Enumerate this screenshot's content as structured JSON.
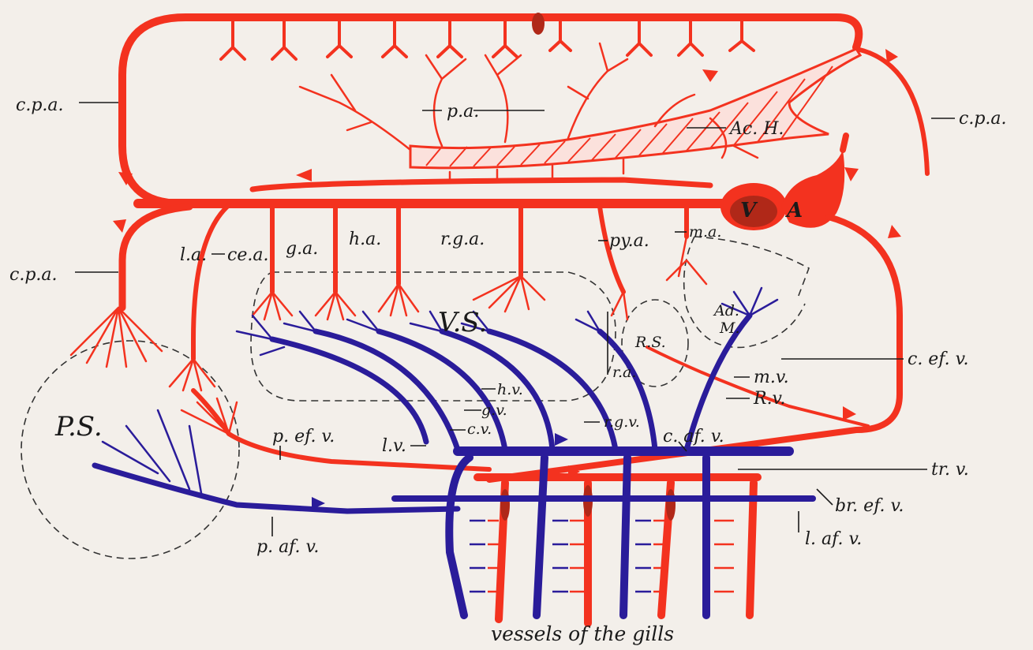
{
  "labels": {
    "cpa_top_left": "c.p.a.",
    "cpa_top_right": "c.p.a.",
    "cpa_left_lower": "c.p.a.",
    "pa": "p.a.",
    "ach": "Ac. H.",
    "heart_v": "V",
    "heart_a": "A",
    "la": "l.a.",
    "cea": "ce.a.",
    "ga": "g.a.",
    "ha": "h.a.",
    "rga": "r.g.a.",
    "pya": "py.a.",
    "ma": "m.a.",
    "vs": "V.S.",
    "rs": "R.S.",
    "adm_1": "Ad.",
    "adm_2": "M.",
    "ps": "P.S.",
    "hv": "h.v.",
    "gv": "g.v.",
    "ra": "r.a.",
    "mv": "m.v.",
    "rv": "R.v.",
    "cefv": "c. ef. v.",
    "rgv": "r.g.v.",
    "cv": "c.v.",
    "lv": "l.v.",
    "pefv": "p. ef. v.",
    "cafv": "c. af. v.",
    "trv": "tr. v.",
    "brefv": "br. ef. v.",
    "lafv": "l. af. v.",
    "pafv": "p. af. v."
  },
  "caption": "vessels of the gills",
  "colors": {
    "arterial_red": "#f3321f",
    "venous_blue": "#2a1c9a",
    "heart_dark": "#b02818",
    "paper": "#f3efea"
  }
}
